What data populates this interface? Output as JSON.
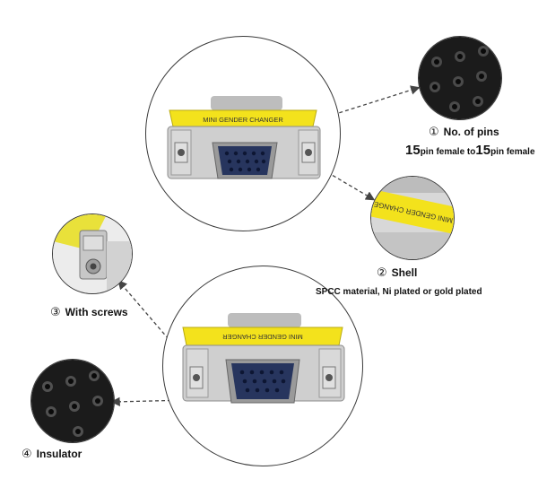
{
  "product": {
    "connector_print": "MINI GENDER CHANGER"
  },
  "callouts": {
    "pins": {
      "marker": "①",
      "title": "No. of pins",
      "desc_num_a": "15",
      "desc_text_a": "pin female to",
      "desc_num_b": "15",
      "desc_text_b": "pin female"
    },
    "shell": {
      "marker": "②",
      "title": "Shell",
      "desc": "SPCC material, Ni plated or gold plated",
      "zoom_print": "MINI GENDER CHANGE"
    },
    "screws": {
      "marker": "③",
      "title": "With screws"
    },
    "insulator": {
      "marker": "④",
      "title": "Insulator"
    }
  },
  "colors": {
    "label_yellow": "#f3e21c",
    "metal": "#c9c9c9",
    "insulator_blue": "#27355e",
    "rubber_black": "#1b1b1b",
    "outline": "#3a3a3a"
  }
}
